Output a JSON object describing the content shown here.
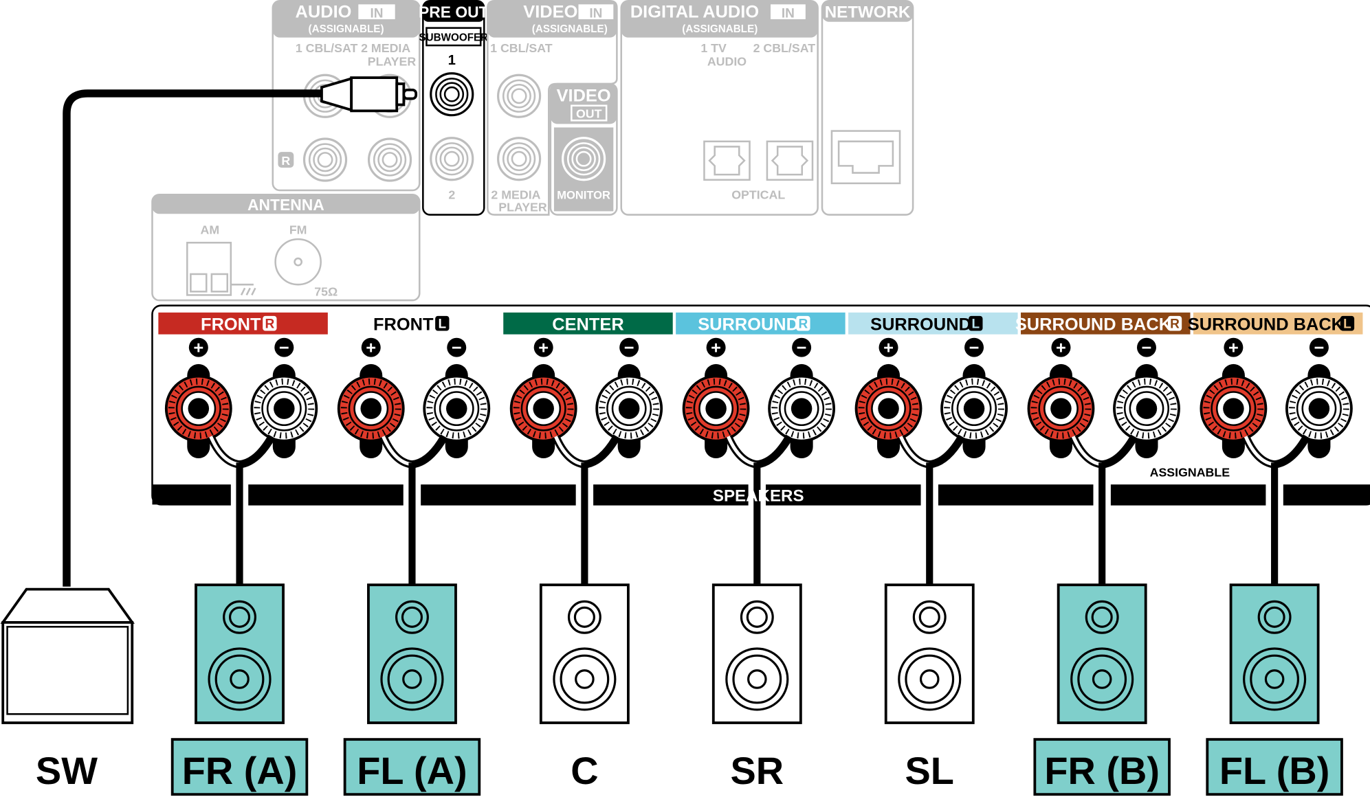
{
  "top_panels": {
    "audio_in": {
      "title": "AUDIO",
      "badge": "IN",
      "sub": "(ASSIGNABLE)",
      "input1": "1 CBL/SAT",
      "input2a": "2  MEDIA",
      "input2b": "PLAYER",
      "channel_r": "R"
    },
    "pre_out": {
      "title": "PRE OUT",
      "sub": "SUBWOOFER",
      "jack1": "1",
      "jack2": "2"
    },
    "video_in": {
      "title": "VIDEO",
      "badge": "IN",
      "sub": "(ASSIGNABLE)",
      "input1": "1 CBL/SAT",
      "input2a": "2  MEDIA",
      "input2b": "PLAYER"
    },
    "video_out": {
      "title": "VIDEO",
      "badge": "OUT",
      "monitor": "MONITOR"
    },
    "digital_audio_in": {
      "title": "DIGITAL AUDIO",
      "badge": "IN",
      "sub": "(ASSIGNABLE)",
      "input1a": "1   TV",
      "input1b": "AUDIO",
      "input2": "2 CBL/SAT",
      "optical": "OPTICAL"
    },
    "network": {
      "title": "NETWORK"
    },
    "antenna": {
      "title": "ANTENNA",
      "am": "AM",
      "fm": "FM",
      "ohm": "75Ω"
    }
  },
  "speakers_panel": {
    "label": "SPEAKERS",
    "assignable": "ASSIGNABLE",
    "plus": "+",
    "minus": "−",
    "channels": [
      {
        "name": "FRONT",
        "side": "R",
        "color": "#c62a22",
        "text_color": "#ffffff",
        "speaker": "FR (A)",
        "highlight": true
      },
      {
        "name": "FRONT",
        "side": "L",
        "color": "#ffffff",
        "text_color": "#000000",
        "speaker": "FL (A)",
        "highlight": true
      },
      {
        "name": "CENTER",
        "side": "",
        "color": "#006a47",
        "text_color": "#ffffff",
        "speaker": "C",
        "highlight": false
      },
      {
        "name": "SURROUND",
        "side": "R",
        "color": "#5bc3dd",
        "text_color": "#ffffff",
        "speaker": "SR",
        "highlight": false
      },
      {
        "name": "SURROUND",
        "side": "L",
        "color": "#b8e2ee",
        "text_color": "#000000",
        "speaker": "SL",
        "highlight": false
      },
      {
        "name": "SURROUND BACK",
        "side": "R",
        "color": "#8b4513",
        "text_color": "#ffffff",
        "speaker": "FR (B)",
        "highlight": true
      },
      {
        "name": "SURROUND BACK",
        "side": "L",
        "color": "#f0c48a",
        "text_color": "#000000",
        "speaker": "FL (B)",
        "highlight": true
      }
    ]
  },
  "subwoofer": {
    "label": "SW"
  },
  "colors": {
    "teal": "#7fcfcb",
    "terminal_red": "#e03a2a",
    "panel_gray": "#bdbdbd"
  }
}
